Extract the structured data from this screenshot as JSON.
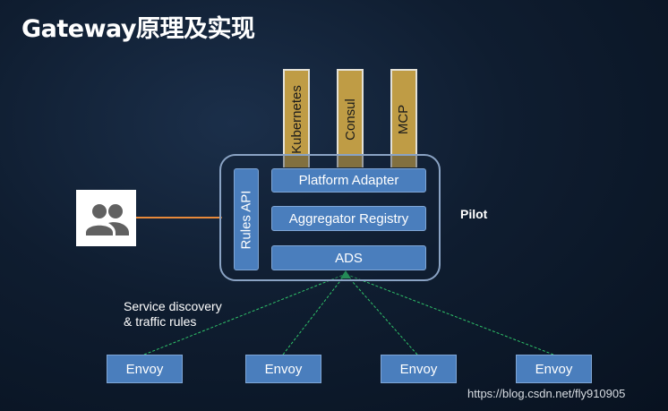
{
  "title": "Gateway原理及实现",
  "sources": [
    "Kubernetes",
    "Consul",
    "MCP"
  ],
  "pilot": {
    "label": "Pilot",
    "rules_api": "Rules API",
    "platform_adapter": "Platform Adapter",
    "aggregator_registry": "Aggregator Registry",
    "ads": "ADS"
  },
  "annotation": {
    "line1": "Service discovery",
    "line2": "& traffic rules"
  },
  "envoys": [
    "Envoy",
    "Envoy",
    "Envoy",
    "Envoy"
  ],
  "users_icon": "users-icon",
  "watermark": "https://blog.csdn.net/fly910905",
  "colors": {
    "tan": "#bf9c45",
    "blue_box": "#4a7ebd",
    "connector_orange": "#e8893a",
    "connector_green": "#2fc46a"
  }
}
